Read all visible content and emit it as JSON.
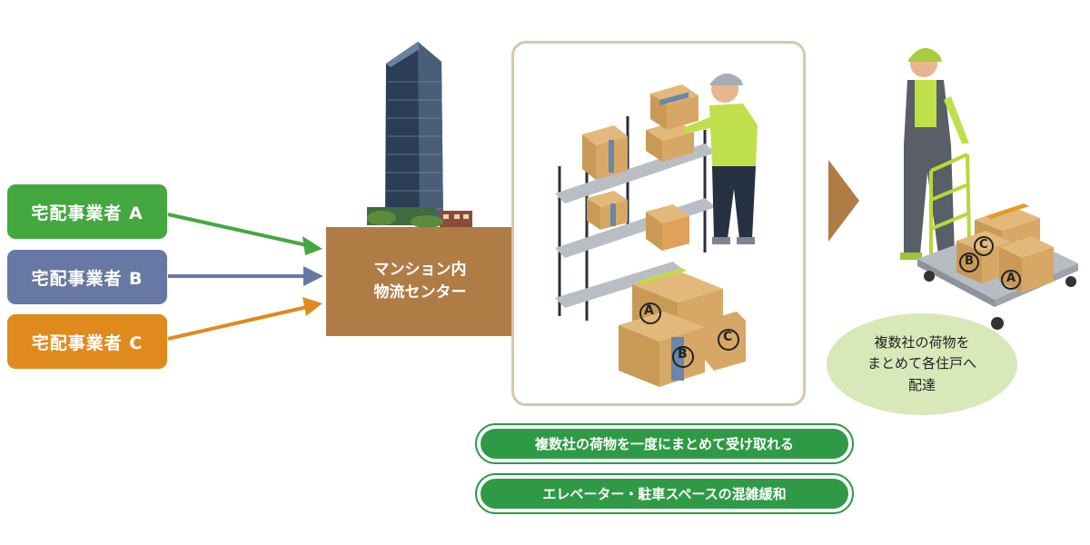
{
  "colors": {
    "carrier_a": "#43a83f",
    "carrier_b": "#6878a5",
    "carrier_c": "#e08a1e",
    "center_box": "#b07c45",
    "panel_border": "#d7c7ab",
    "chevron": "#b07c45",
    "result_bg": "#d8e8b9",
    "benefit_bg": "#2f9a46"
  },
  "carriers": [
    {
      "label": "宅配事業者 A"
    },
    {
      "label": "宅配事業者 B"
    },
    {
      "label": "宅配事業者 C"
    }
  ],
  "center": {
    "label": "マンション内\n物流センター"
  },
  "box_letters": [
    "A",
    "B",
    "C"
  ],
  "result": {
    "label": "複数社の荷物を\nまとめて各住戸へ\n配達"
  },
  "benefits": [
    {
      "label": "複数社の荷物を一度にまとめて受け取れる"
    },
    {
      "label": "エレベーター・駐車スペースの混雑緩和"
    }
  ]
}
